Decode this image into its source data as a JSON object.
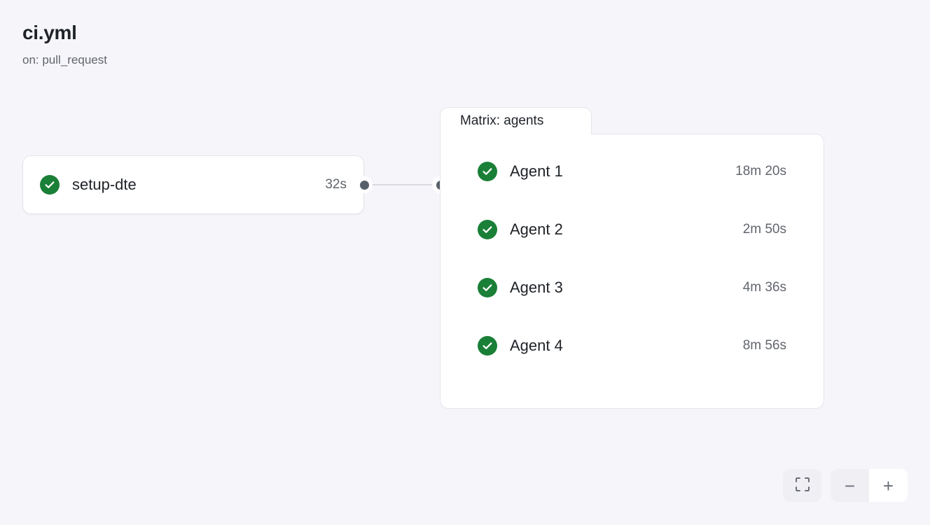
{
  "header": {
    "title": "ci.yml",
    "subtitle": "on: pull_request"
  },
  "colors": {
    "background": "#f6f6fa",
    "node_surface": "#ffffff",
    "node_border": "#e4e4ec",
    "success_green": "#1a7f37",
    "text_primary": "#1f2328",
    "text_muted": "#61656c",
    "handle_dot": "#57606a",
    "edge_line": "#d8d8e0"
  },
  "graph": {
    "job_node": {
      "status_icon": "check-circle-icon",
      "status": "success",
      "label": "setup-dte",
      "duration": "32s",
      "source_handle": "source-handle-dot"
    },
    "edge": {
      "from": "setup-dte",
      "to": "matrix-agents",
      "source_handle": "source-handle-dot",
      "target_handle": "target-handle-dot"
    },
    "matrix_group": {
      "tab_label": "Matrix: agents",
      "target_handle": "target-handle-dot",
      "rows": [
        {
          "status_icon": "check-circle-icon",
          "status": "success",
          "label": "Agent 1",
          "duration": "18m 20s"
        },
        {
          "status_icon": "check-circle-icon",
          "status": "success",
          "label": "Agent 2",
          "duration": "2m 50s"
        },
        {
          "status_icon": "check-circle-icon",
          "status": "success",
          "label": "Agent 3",
          "duration": "4m 36s"
        },
        {
          "status_icon": "check-circle-icon",
          "status": "success",
          "label": "Agent 4",
          "duration": "8m 56s"
        }
      ]
    }
  },
  "controls": {
    "fit_view": {
      "icon": "fit-view-icon",
      "label": ""
    },
    "zoom_out": {
      "icon": "minus-icon",
      "glyph": "−"
    },
    "zoom_in": {
      "icon": "plus-icon",
      "glyph": "+"
    }
  }
}
